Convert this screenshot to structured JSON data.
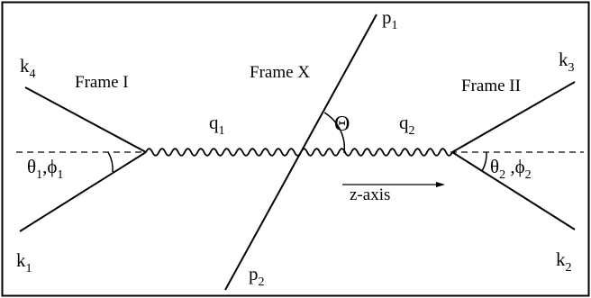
{
  "frames": {
    "frame_1": "Frame I",
    "frame_x": "Frame X",
    "frame_2": "Frame II"
  },
  "axis_label": "z-axis",
  "particles": {
    "k1": {
      "base": "k",
      "sub": "1"
    },
    "k2": {
      "base": "k",
      "sub": "2"
    },
    "k3": {
      "base": "k",
      "sub": "3"
    },
    "k4": {
      "base": "k",
      "sub": "4"
    },
    "p1": {
      "base": "p",
      "sub": "1"
    },
    "p2": {
      "base": "p",
      "sub": "2"
    },
    "q1": {
      "base": "q",
      "sub": "1"
    },
    "q2": {
      "base": "q",
      "sub": "2"
    }
  },
  "angles": {
    "big_theta": "Θ",
    "left": {
      "theta": "θ",
      "theta_sub": "1",
      "sep": ",",
      "phi": "ϕ",
      "phi_sub": "1"
    },
    "right": {
      "theta": "θ",
      "theta_sub": "2",
      "sep": " ,",
      "phi": "ϕ",
      "phi_sub": "2"
    }
  }
}
